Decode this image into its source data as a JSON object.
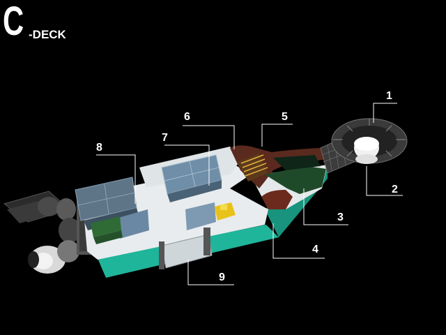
{
  "title": {
    "letter": "C",
    "suffix": "-DECK"
  },
  "callouts": [
    {
      "label": "1"
    },
    {
      "label": "2"
    },
    {
      "label": "3"
    },
    {
      "label": "4"
    },
    {
      "label": "5"
    },
    {
      "label": "6"
    },
    {
      "label": "7"
    },
    {
      "label": "8"
    },
    {
      "label": "9"
    }
  ],
  "colors": {
    "background": "#000000",
    "hull_teal": "#1fb59a",
    "deck_white": "#e8ecee",
    "container_blue": "#6f8ea8",
    "garden_green": "#1f4a2a",
    "wood_brown": "#6b2a1c",
    "vehicle_yellow": "#e8c21a",
    "callout_line": "#ffffff"
  }
}
